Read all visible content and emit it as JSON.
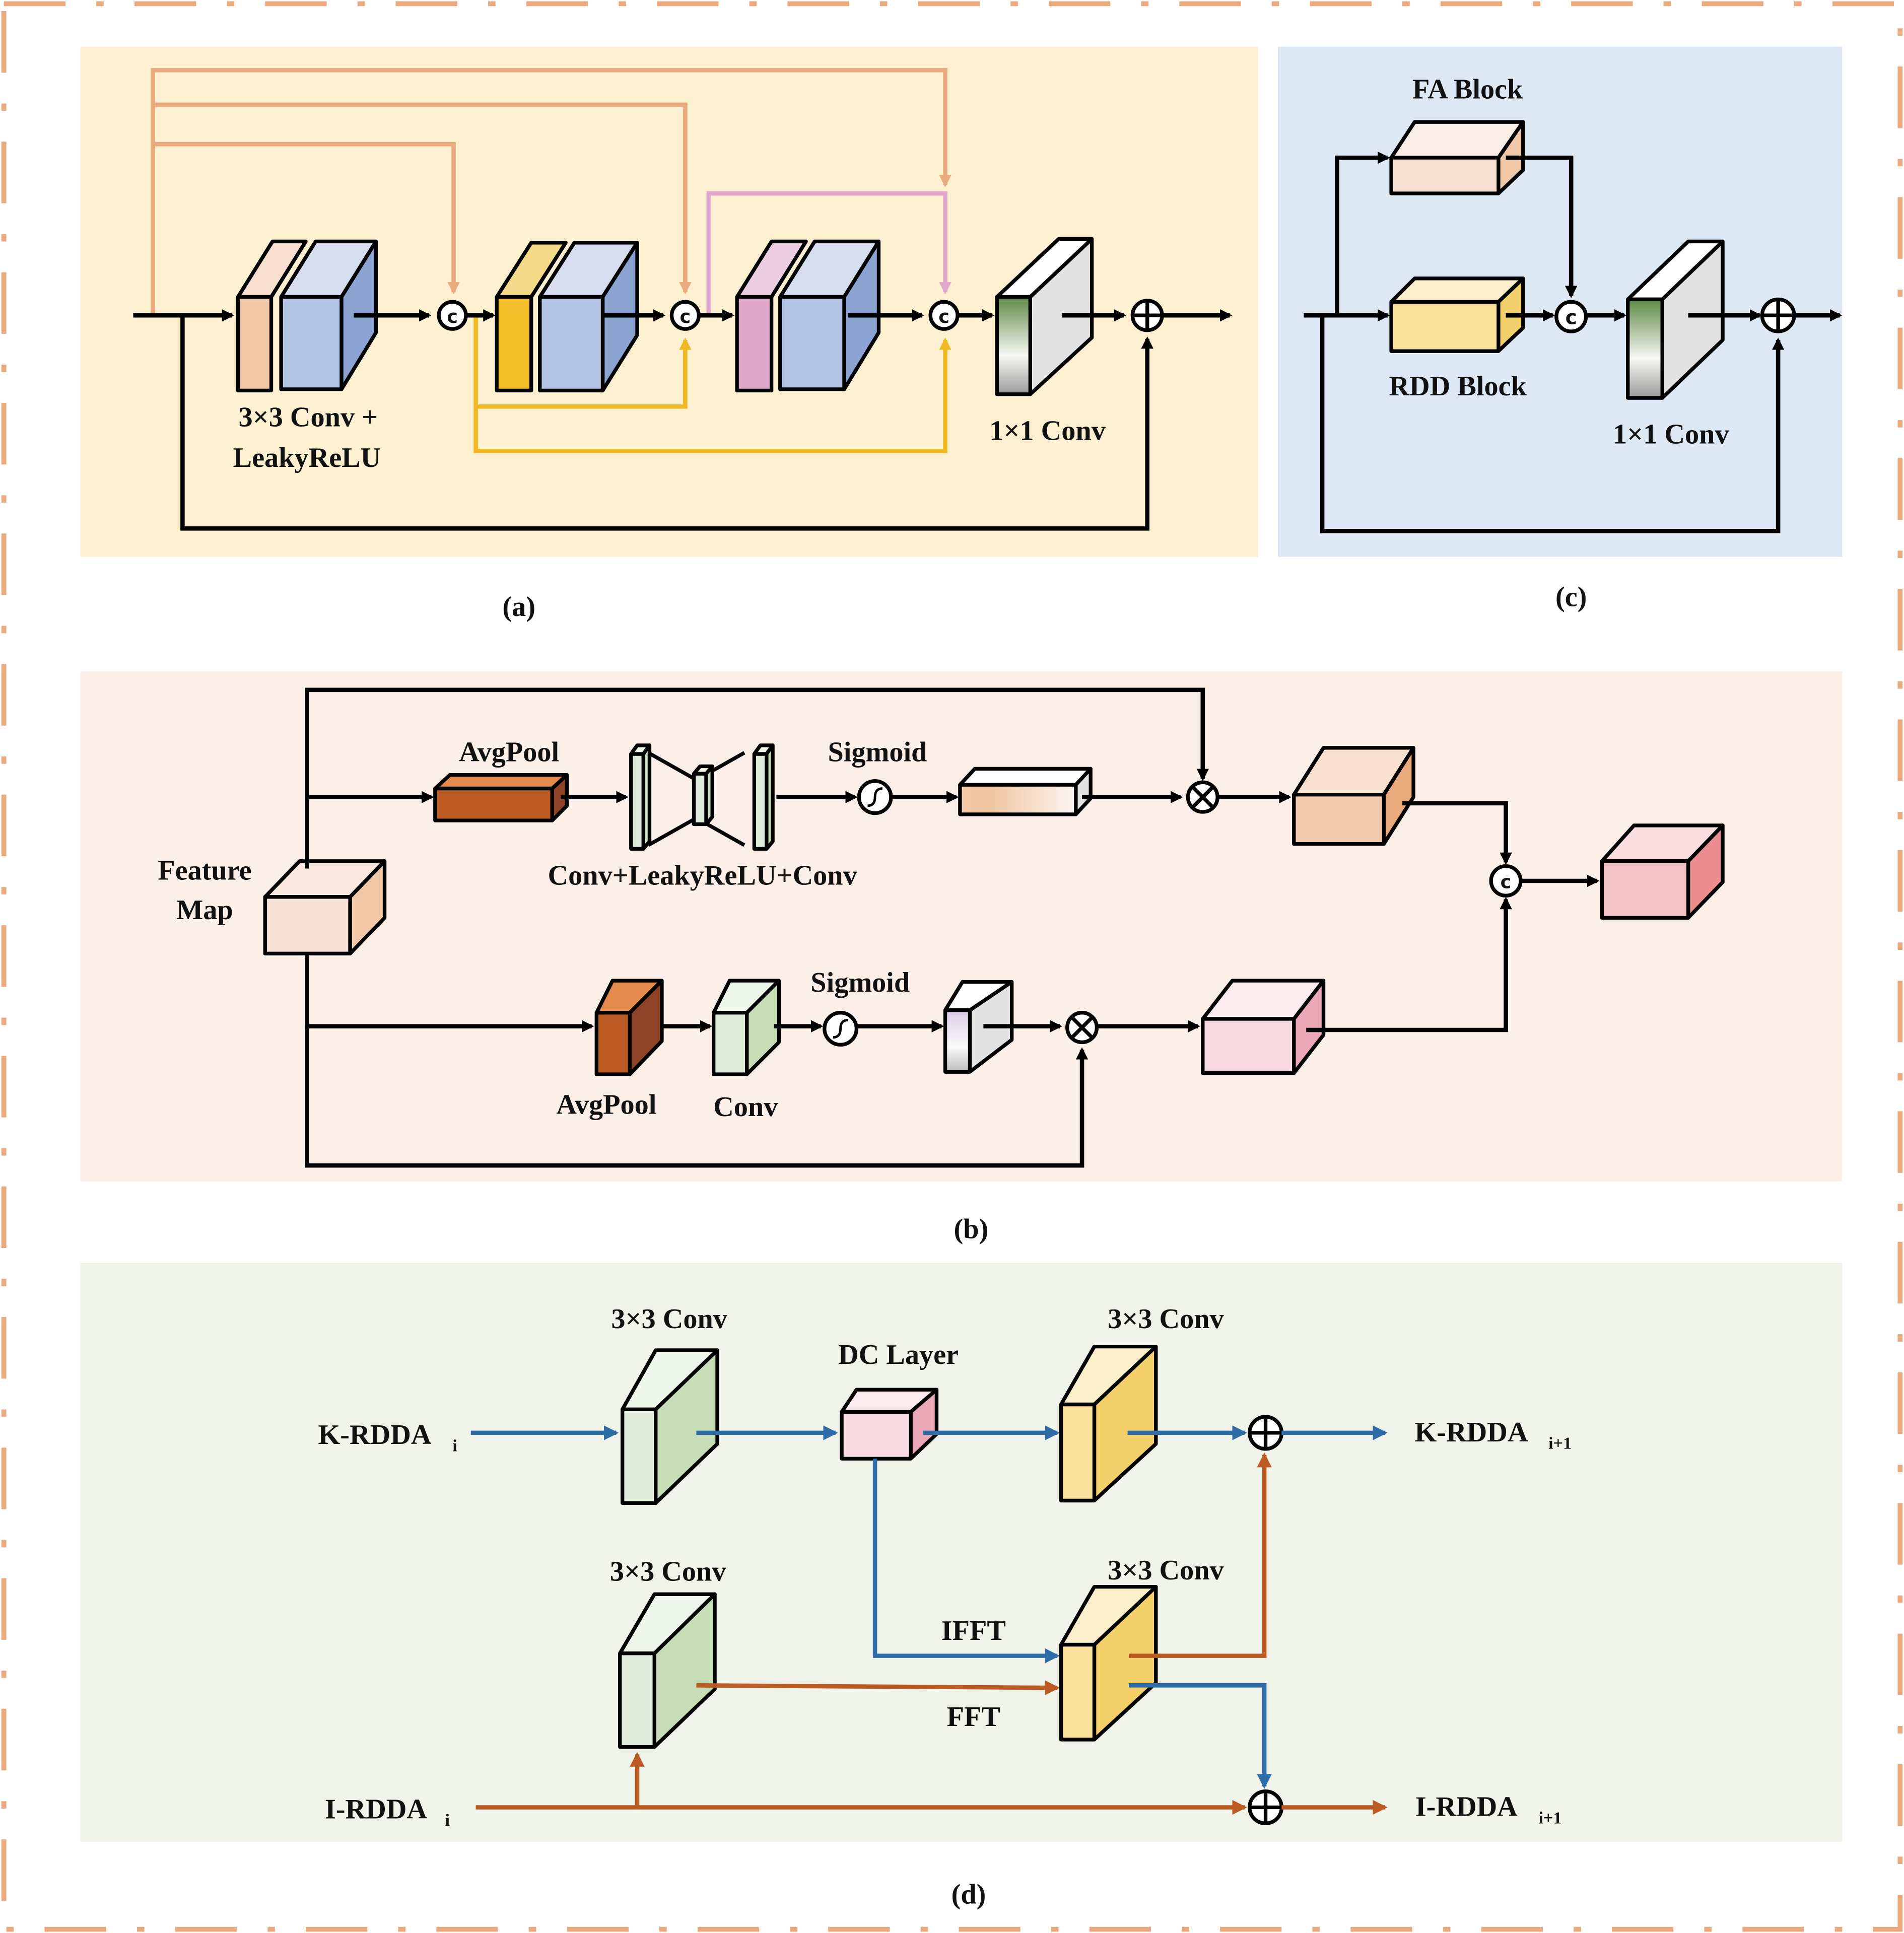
{
  "figure": {
    "border_color": "#EBAA7E",
    "panels": {
      "a": {
        "caption": "(a)",
        "background": "#FDF0D0",
        "labels": {
          "conv3x3": "3×3 Conv +",
          "leaky": "LeakyReLU",
          "conv1x1": "1×1 Conv"
        },
        "concat_symbol": "c",
        "add_symbol": "⊕",
        "edge_colors": {
          "dense_orange": "#EBAA7E",
          "dense_yellow": "#F0B823",
          "dense_pink": "#E0A8CC"
        }
      },
      "b": {
        "caption": "(b)",
        "background": "#FBEFE7",
        "labels": {
          "feature_map_1": "Feature",
          "feature_map_2": "Map",
          "avgpool_top": "AvgPool",
          "conv_leaky_conv": "Conv+LeakyReLU+Conv",
          "sigmoid_top": "Sigmoid",
          "sigmoid_bottom": "Sigmoid",
          "avgpool_bottom": "AvgPool",
          "conv_bottom": "Conv"
        },
        "concat_symbol": "c",
        "multiply_symbol": "⊗"
      },
      "c": {
        "caption": "(c)",
        "background": "#DCE8F4",
        "labels": {
          "fa_block": "FA Block",
          "rdd_block": "RDD Block",
          "conv1x1": "1×1 Conv"
        },
        "concat_symbol": "c"
      },
      "d": {
        "caption": "(d)",
        "background": "#F0F3EA",
        "labels": {
          "conv_k1": "3×3 Conv",
          "dc_layer": "DC Layer",
          "conv_k2": "3×3 Conv",
          "conv_i1": "3×3 Conv",
          "conv_i2": "3×3 Conv",
          "ifft": "IFFT",
          "fft": "FFT",
          "k_in": "K-RDDA",
          "k_in_sub": "i",
          "k_out": "K-RDDA",
          "k_out_sub": "i+1",
          "i_in": "I-RDDA",
          "i_in_sub": "i",
          "i_out": "I-RDDA",
          "i_out_sub": "i+1"
        },
        "edge_colors": {
          "k_space": "#2E6DA8",
          "image": "#BC5A23"
        }
      }
    }
  }
}
